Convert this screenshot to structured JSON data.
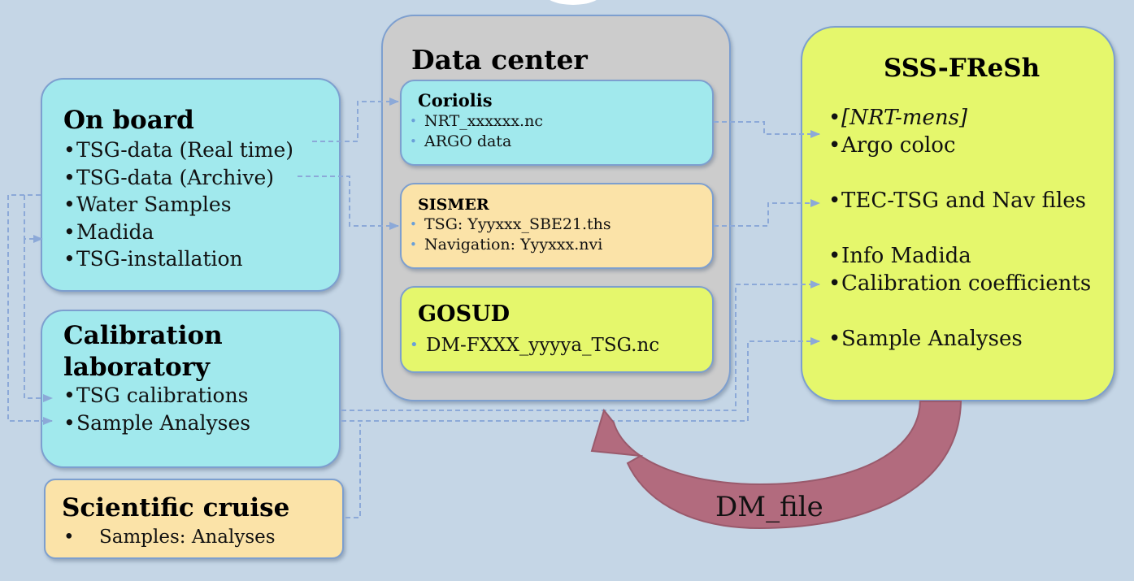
{
  "on_board": {
    "title": "On board",
    "items": [
      "TSG-data (Real time)",
      "TSG-data (Archive)",
      "Water Samples",
      "Madida",
      "TSG-installation"
    ]
  },
  "calibration": {
    "title_line1": "Calibration",
    "title_line2": "laboratory",
    "items": [
      "TSG calibrations",
      "Sample Analyses"
    ]
  },
  "scientific_cruise": {
    "title": "Scientific cruise",
    "items": [
      "Samples: Analyses"
    ]
  },
  "data_center": {
    "title": "Data center",
    "coriolis": {
      "title": "Coriolis",
      "items": [
        "NRT_xxxxxx.nc",
        "ARGO data"
      ]
    },
    "sismer": {
      "title": "SISMER",
      "items": [
        "TSG: Yyyxxx_SBE21.ths",
        "Navigation: Yyyxxx.nvi"
      ]
    },
    "gosud": {
      "title": "GOSUD",
      "items": [
        "DM-FXXX_yyyya_TSG.nc"
      ]
    }
  },
  "sss_fresh": {
    "title": "SSS-FReSh",
    "items": [
      "[NRT-mens]",
      "Argo coloc",
      "TEC-TSG and Nav files",
      "Info Madida",
      "Calibration coefficients",
      "Sample Analyses"
    ]
  },
  "return_arrow": {
    "label": "DM_file",
    "color": "#b26b7e"
  },
  "colors": {
    "background": "#c5d6e6",
    "cyan_box": "#a1e9ed",
    "peach_box": "#fbe3a8",
    "lime_box": "#e5f76c",
    "grey_box": "#cccccc",
    "connector": "#8ca9d8"
  }
}
